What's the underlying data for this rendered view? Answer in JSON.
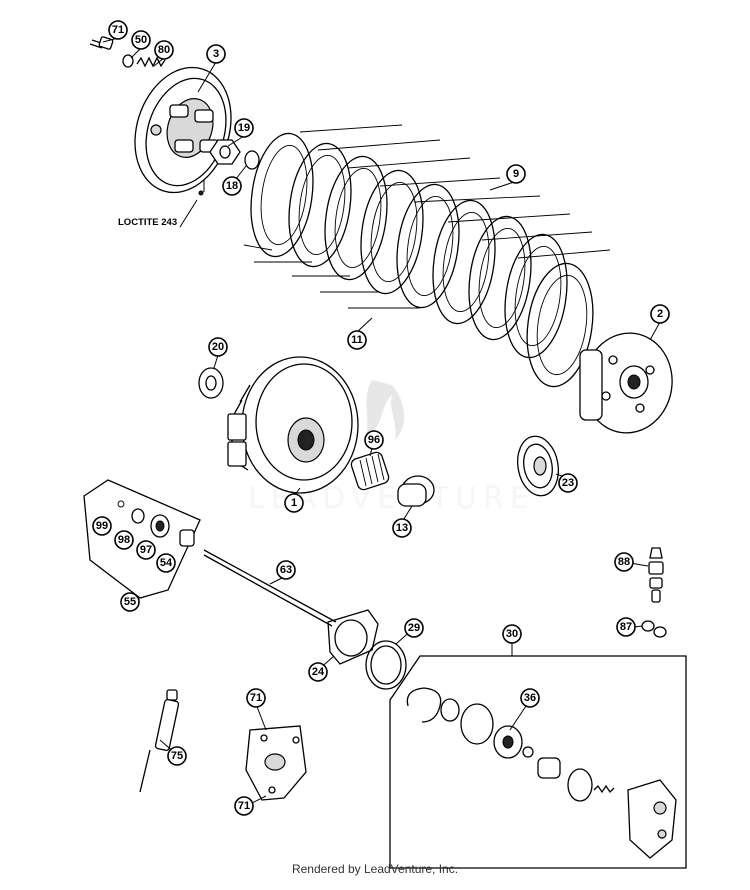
{
  "diagram": {
    "labels": {
      "loctite": "LOCTITE 243",
      "watermark": "LEADVENTURE",
      "footer": "Rendered by LeadVenture, Inc."
    },
    "callouts": [
      "71",
      "50",
      "80",
      "3",
      "19",
      "18",
      "9",
      "11",
      "2",
      "20",
      "96",
      "1",
      "13",
      "23",
      "99",
      "98",
      "97",
      "54",
      "55",
      "63",
      "88",
      "24",
      "29",
      "87",
      "30",
      "36",
      "71",
      "75",
      "71"
    ]
  }
}
